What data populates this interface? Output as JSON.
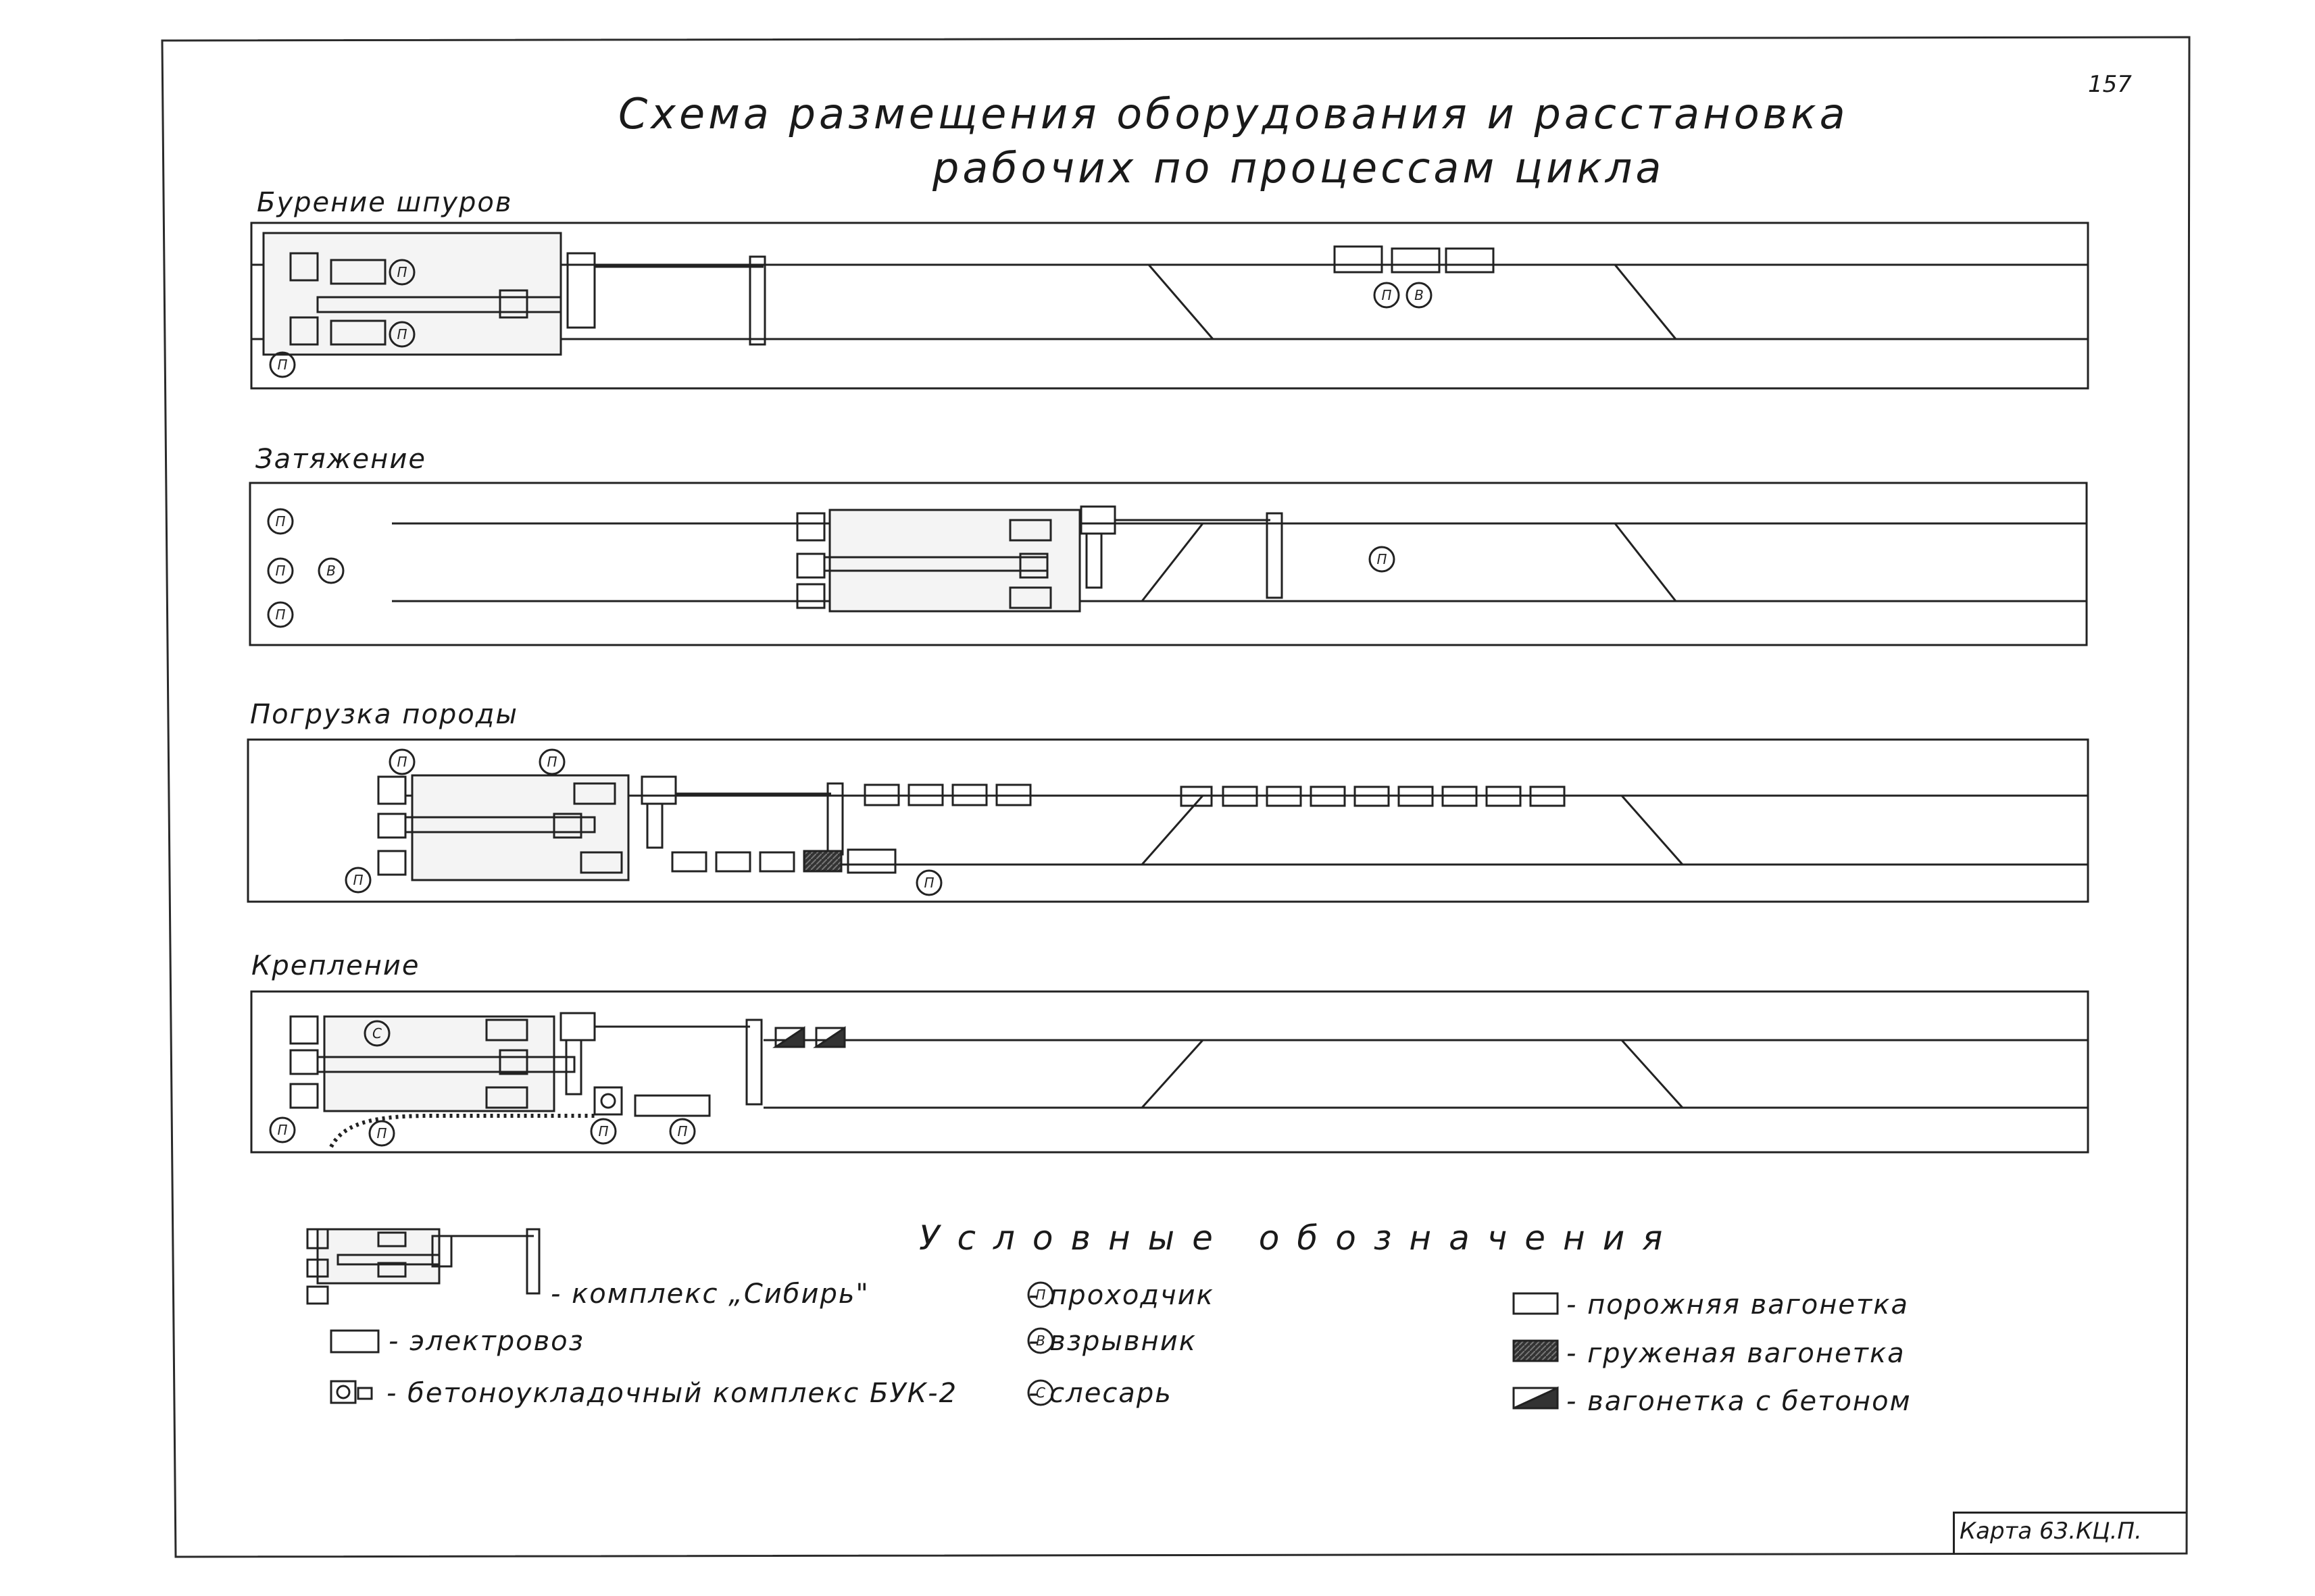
{
  "title": {
    "line1": "Схема размещения оборудования и расстановка",
    "line2": "рабочих по процессам цикла"
  },
  "page_number": "157",
  "sections": [
    {
      "label": "Бурение шпуров"
    },
    {
      "label": "Затяжение"
    },
    {
      "label": "Погрузка породы"
    },
    {
      "label": "Крепление"
    }
  ],
  "worker_marks": {
    "miner": "П",
    "blaster": "В",
    "fitter": "С"
  },
  "legend": {
    "heading": "Условные обозначения",
    "items": [
      {
        "symbol": "sibir-complex",
        "label": "- комплекс „Сибирь\""
      },
      {
        "symbol": "electric-locomotive",
        "label": "- электровоз"
      },
      {
        "symbol": "buk-2-complex",
        "label": "- бетоноукладочный комплекс БУК-2"
      },
      {
        "symbol": "miner-mark",
        "label": "- проходчик"
      },
      {
        "symbol": "blaster-mark",
        "label": "- взрывник"
      },
      {
        "symbol": "fitter-mark",
        "label": "- слесарь"
      },
      {
        "symbol": "empty-wagon",
        "label": "- порожняя вагонетка"
      },
      {
        "symbol": "loaded-wagon",
        "label": "- груженая вагонетка"
      },
      {
        "symbol": "concrete-wagon",
        "label": "- вагонетка с бетоном"
      }
    ]
  },
  "card_number": "Карта 63.КЦ.П."
}
